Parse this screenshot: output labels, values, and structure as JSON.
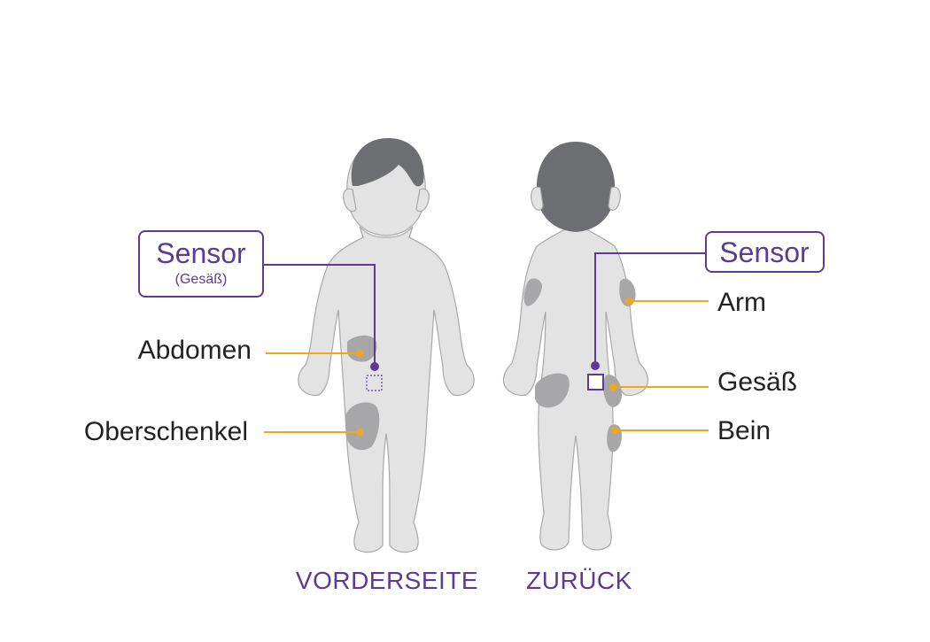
{
  "colors": {
    "background": "#ffffff",
    "body": "#e3e3e4",
    "body_outline": "#a8a8ab",
    "hair": "#6d6e71",
    "zone": "#a7a7aa",
    "label_text": "#222222",
    "leader_line": "#f2a71b",
    "accent_purple": "#5b3b94"
  },
  "front_view": {
    "title": "VORDERSEITE",
    "sensor_callout": {
      "title": "Sensor",
      "subtitle": "(Gesäß)"
    },
    "labels": {
      "abdomen": "Abdomen",
      "thigh": "Oberschenkel"
    }
  },
  "back_view": {
    "title": "ZURÜCK",
    "sensor_callout": {
      "title": "Sensor"
    },
    "labels": {
      "arm": "Arm",
      "buttock": "Gesäß",
      "leg": "Bein"
    }
  }
}
